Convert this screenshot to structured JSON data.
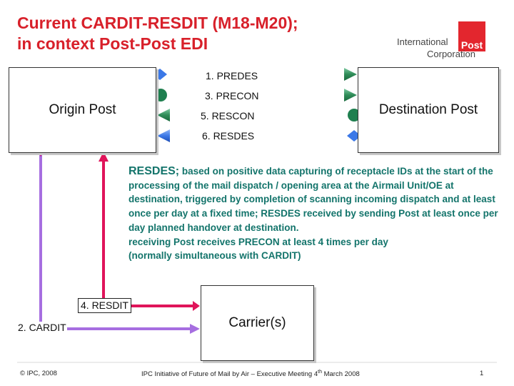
{
  "title": {
    "line1": "Current CARDIT-RESDIT (M18-M20);",
    "line2": "in context Post-Post EDI"
  },
  "logo": {
    "word1": "International",
    "word2": "Post",
    "word3": "Corporation"
  },
  "nodes": {
    "origin": "Origin Post",
    "destination": "Destination Post",
    "carriers": "Carrier(s)"
  },
  "messages": {
    "predes": "1. PREDES",
    "precon": "3. PRECON",
    "rescon": "5. RESCON",
    "resdes": "6. RESDES",
    "resdit": "4. RESDIT",
    "cardit": "2. CARDIT"
  },
  "description": {
    "heading": "RESDES;",
    "body": "based on positive data capturing of receptacle IDs at the start of the processing of the mail dispatch / opening area at the Airmail Unit/OE at destination, triggered by completion of scanning incoming dispatch and at least once per day at a fixed time; RESDES received by sending Post at least once per day planned handover at destination.",
    "note_line1": "receiving Post receives PRECON at least 4 times per day",
    "note_line2": "(normally simultaneous with CARDIT)"
  },
  "footer": {
    "left": "© IPC, 2008",
    "center_pre": "IPC Initiative of Future of Mail by Air – Executive Meeting  4",
    "center_sup": "th",
    "center_post": " March 2008",
    "page": "1"
  },
  "colors": {
    "title": "#d8202a",
    "arrow_blue": "#3b78e7",
    "arrow_green": "#2e8b57",
    "resdit_line": "#e0145a",
    "cardit_line": "#a66ee0",
    "description": "#13746b"
  }
}
